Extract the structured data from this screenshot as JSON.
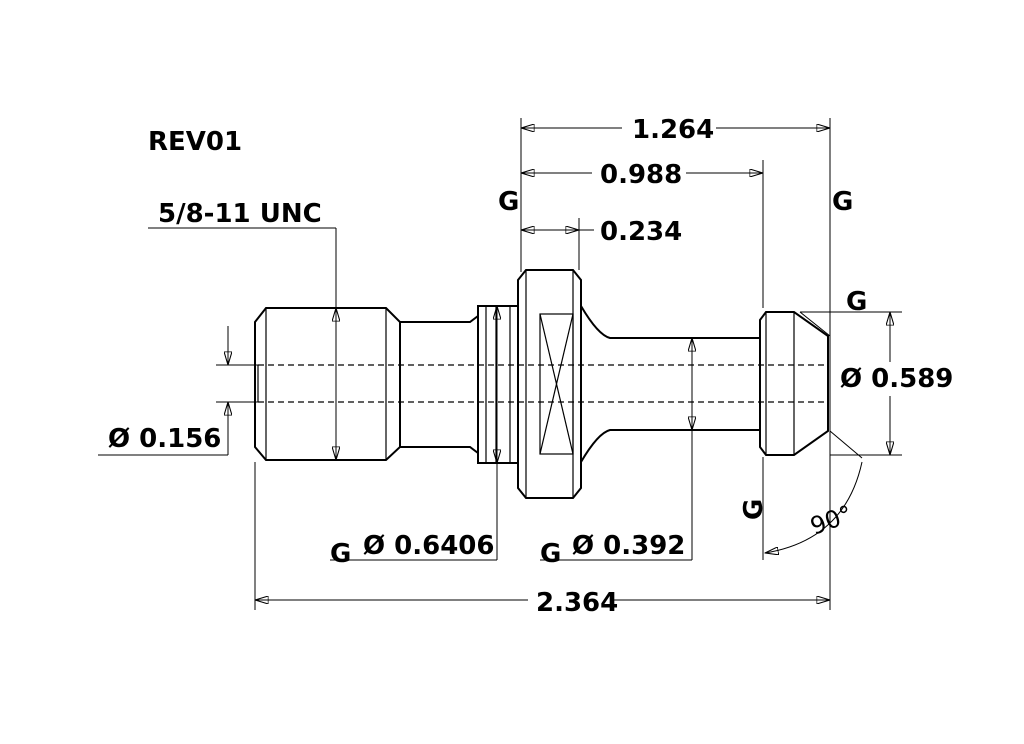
{
  "drawing": {
    "revision": "REV01",
    "thread_callout": "5/8-11 UNC",
    "dimensions": {
      "overall_length": "2.364",
      "length_1264": "1.264",
      "length_0988": "0.988",
      "flange_thickness": "0.234",
      "dia_0589": "Ø 0.589",
      "dia_0156": "Ø 0.156",
      "dia_06406": "Ø 0.6406",
      "dia_0392": "Ø 0.392",
      "angle": "90°"
    },
    "datum_marks": {
      "g1": "G",
      "g2": "G",
      "g3": "G",
      "g4": "G",
      "g5": "G",
      "g6": "G"
    }
  }
}
